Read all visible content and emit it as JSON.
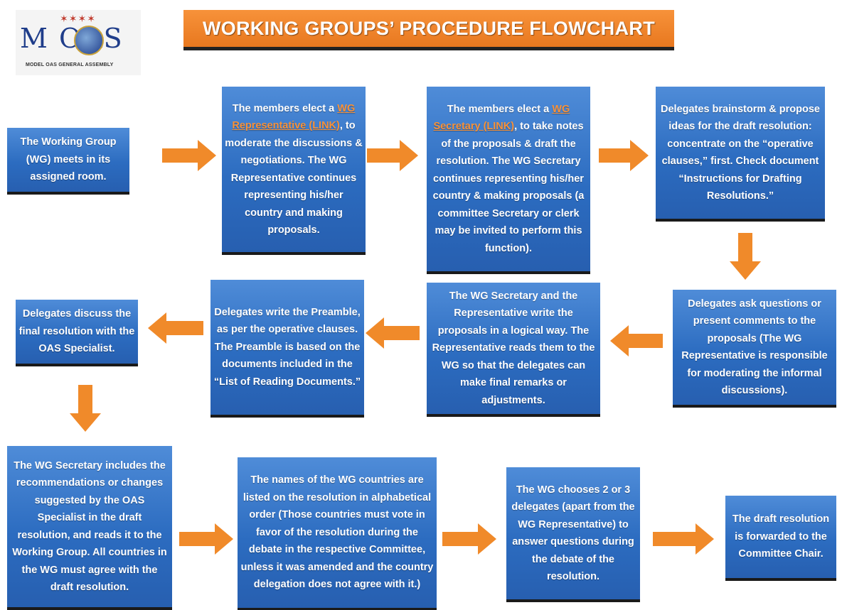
{
  "logo": {
    "mark": "M OAS",
    "subtitle": "MODEL OAS GENERAL ASSEMBLY"
  },
  "title": "WORKING GROUPS’ PROCEDURE FLOWCHART",
  "colors": {
    "box_blue": "#2c6cc0",
    "arrow_orange": "#f08a2a",
    "link_orange": "#f7923a",
    "banner_orange": "#ef8428"
  },
  "steps": [
    {
      "id": "s1",
      "parts": [
        {
          "text": "The Working Group (WG) meets in its assigned room."
        }
      ]
    },
    {
      "id": "s2",
      "parts": [
        {
          "text": "The members elect a "
        },
        {
          "text": "WG Representative (LINK)",
          "link": true
        },
        {
          "text": ", to moderate the discussions & negotiations. The WG Representative continues representing his/her country and making proposals."
        }
      ]
    },
    {
      "id": "s3",
      "parts": [
        {
          "text": "The members elect a "
        },
        {
          "text": "WG Secretary (LINK)",
          "link": true
        },
        {
          "text": ", to take notes of the proposals & draft the resolution. The WG Secretary continues representing his/her country & making proposals (a committee Secretary or clerk may be invited to perform this function)."
        }
      ]
    },
    {
      "id": "s4",
      "parts": [
        {
          "text": "Delegates brainstorm & propose ideas for the draft resolution: concentrate on the “operative clauses,” first. Check document “Instructions for Drafting Resolutions.”"
        }
      ]
    },
    {
      "id": "s5",
      "parts": [
        {
          "text": "Delegates ask questions or present comments to the proposals (The WG Representative is responsible for moderating the informal discussions)."
        }
      ]
    },
    {
      "id": "s6",
      "parts": [
        {
          "text": "The WG Secretary and the Representative write the proposals in a logical way. The Representative reads them to the WG so that the delegates can make final remarks or adjustments."
        }
      ]
    },
    {
      "id": "s7",
      "parts": [
        {
          "text": "Delegates write the Preamble, as per the operative clauses. The Preamble is based on the documents included in the “List of Reading Documents.”"
        }
      ]
    },
    {
      "id": "s8",
      "parts": [
        {
          "text": "Delegates discuss the final resolution with the OAS Specialist."
        }
      ]
    },
    {
      "id": "s9",
      "parts": [
        {
          "text": "The WG Secretary includes the recommendations or changes suggested by the OAS Specialist in the draft resolution, and reads it to the Working Group. All countries in the WG must agree with the draft resolution."
        }
      ]
    },
    {
      "id": "s10",
      "parts": [
        {
          "text": "The names of the WG countries are listed on the resolution in alphabetical order (Those countries must vote in favor of the resolution during the debate in the respective Committee, unless it was amended and the country delegation does not agree with it.)"
        }
      ]
    },
    {
      "id": "s11",
      "parts": [
        {
          "text": "The WG chooses 2 or 3 delegates (apart from the WG Representative) to answer questions during the debate of the resolution."
        }
      ]
    },
    {
      "id": "s12",
      "parts": [
        {
          "text": "The draft resolution is forwarded to the Committee Chair."
        }
      ]
    }
  ]
}
